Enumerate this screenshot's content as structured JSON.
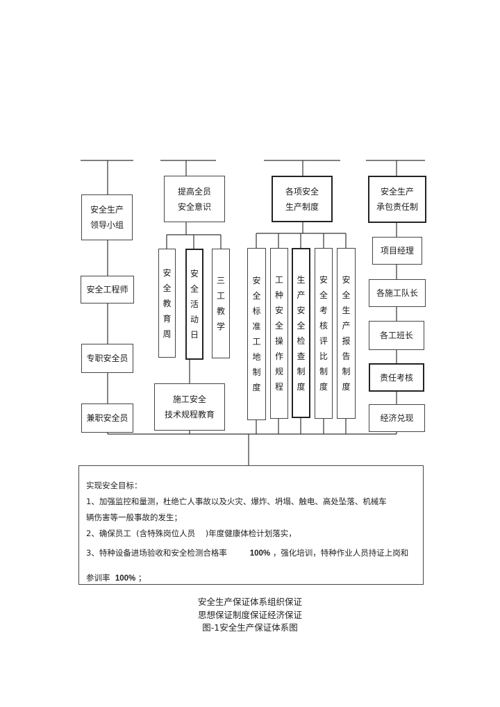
{
  "columns": {
    "org": {
      "items": [
        "安全生产\n领导小组",
        "安全工程师",
        "专职安全员",
        "兼职安全员"
      ]
    },
    "thought": {
      "header": "提高全员\n安全意识",
      "subs": [
        "安全教育周",
        "安全活动日",
        "三工教学"
      ],
      "bottom": "施工安全\n技术规程教育"
    },
    "system": {
      "header": "各项安全\n生产制度",
      "subs": [
        "安全标准工地制度",
        "工种安全操作规程",
        "生产安全检查制度",
        "安全考核评比制度",
        "安全生产报告制度"
      ]
    },
    "economy": {
      "header": "安全生产\n承包责任制",
      "items": [
        "项目经理",
        "各施工队长",
        "各工班长",
        "责任考核",
        "经济兑现"
      ]
    }
  },
  "goals": {
    "title": "实现安全目标：",
    "line1": "1、加强监控和量测，杜绝亡人事故以及火灾、爆炸、坍塌、触电、高处坠落、机械车",
    "line1b": "辆伤害等一般事故的发生；",
    "line2a": "2、确保员工",
    "line2b": "(含特殊岗位人员",
    "line2c": ")年度健康体检计划落实，",
    "line3a": "3、特种设备进场验收和安全检测合格率",
    "line3pct": "100%",
    "line3b": "，强化培训，特种作业人员持证上岗和",
    "line4a": "参训率",
    "line4pct": "100%",
    "line4b": "；"
  },
  "captions": [
    "安全生产保证体系组织保证",
    "思想保证制度保证经济保证",
    "图-1安全生产保证体系图"
  ]
}
